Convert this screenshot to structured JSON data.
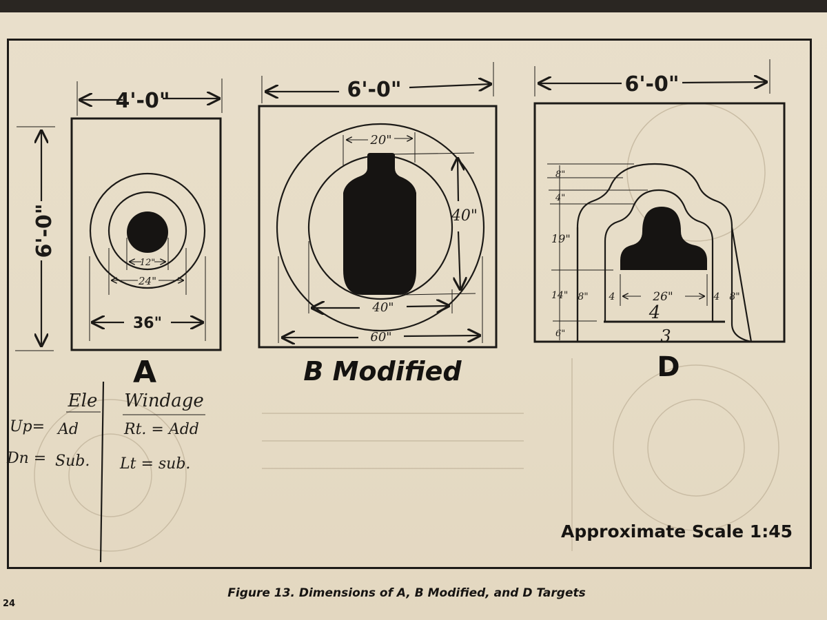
{
  "figure": {
    "caption": "Figure 13. Dimensions of A, B Modified, and D Targets",
    "scale_note": "Approximate Scale 1:45",
    "page_number": "24"
  },
  "target_a": {
    "label": "A",
    "width_label": "4'-0\"",
    "height_label": "6'-0\"",
    "ring_labels": [
      "12\"",
      "24\"",
      "36\""
    ]
  },
  "target_b": {
    "label": "B Modified",
    "width_label": "6'-0\"",
    "silhouette_width_label": "20\"",
    "silhouette_height_label": "40\"",
    "inner_circle_label": "40\"",
    "outer_circle_label": "60\""
  },
  "target_d": {
    "label": "D",
    "width_label": "6'-0\"",
    "vertical_labels": [
      "8\"",
      "4\"",
      "19\"",
      "14\"",
      "6\""
    ],
    "horizontal_labels": [
      "8\"",
      "4",
      "26\"",
      "4",
      "8\""
    ],
    "scores": [
      "4",
      "3"
    ]
  },
  "notes": {
    "col1_header": "Ele",
    "col2_header": "Windage",
    "row1_label": "Up=",
    "row1_col1": "Ad",
    "row1_col2": "Rt. = Add",
    "row2_label": "Dn =",
    "row2_col1": "Sub.",
    "row2_col2": "Lt = sub."
  }
}
